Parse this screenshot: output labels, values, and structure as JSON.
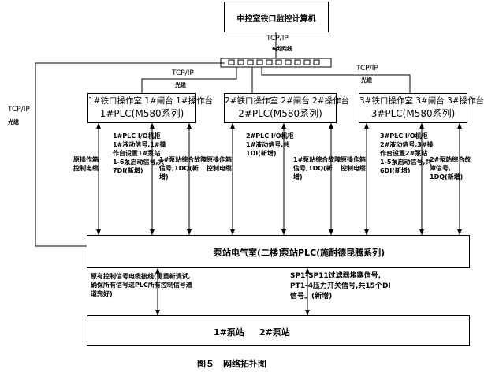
{
  "figure": {
    "caption": "图５　网络拓扑图"
  },
  "nodes": {
    "control_computer": "中控室铁口监控计算机",
    "switch_label_top": "TCP/IP",
    "switch_label_bottom": "6类网线",
    "plc1": {
      "line1": "1#铁口操作室 1#闸台 1#操作台",
      "line2": "1#PLC(M580系列)"
    },
    "plc2": {
      "line1": "2#铁口操作室 2#闸台 2#操作台",
      "line2": "2#PLC(M580系列)"
    },
    "plc3": {
      "line1": "3#铁口操作室 3#闸台 3#操作台",
      "line2": "3#PLC(M580系列)"
    },
    "pump_plc": {
      "left": "泵站电气室(二楼)",
      "right": "泵站PLC(施耐德昆腾系列)"
    },
    "pump_station": {
      "left": "1#泵站",
      "right": "2#泵站"
    }
  },
  "links": {
    "left_tcp": {
      "top": "TCP/IP",
      "bottom": "光缆"
    },
    "plc1_tcp": {
      "top": "TCP/IP",
      "bottom": "光缆"
    },
    "plc3_tcp": {
      "top": "TCP/IP",
      "bottom": "光缆"
    },
    "col1_a": {
      "lines": [
        "原操作箱",
        "控制电缆"
      ]
    },
    "col1_b": {
      "lines": [
        "1#PLC I/O机柜",
        "1#液动信号,1#操",
        "作台设置1#泵站",
        "1-6泵启动信号,共",
        "7DI(新增)"
      ]
    },
    "col1_c": {
      "lines": [
        "1#泵站综合故障",
        "信号,1DQ(新",
        "增)"
      ]
    },
    "col2_a": {
      "lines": [
        "原操作箱",
        "控制电缆"
      ]
    },
    "col2_b": {
      "lines": [
        "2#PLC I/O机柜",
        "1#液动信号,共",
        "1DI(新增)"
      ]
    },
    "col2_c": {
      "lines": [
        "1#泵站综合故障",
        "信号,1DQ(新",
        "增)"
      ]
    },
    "col3_a": {
      "lines": [
        "原操作箱",
        "控制电缆"
      ]
    },
    "col3_b": {
      "lines": [
        "3#PLC I/O机柜",
        "2#液动信号,3#操",
        "作台设置2#泵站",
        "1-5泵启动信号,共",
        "6DI(新增)"
      ]
    },
    "col3_c": {
      "lines": [
        "2#泵站综合故",
        "障信号,",
        "1DQ(新增)"
      ]
    },
    "bottom_left": {
      "lines": [
        "原有控制信号电缆接线(需重新调试,",
        "确保所有信号进PLC所有控制信号通",
        "道完好)"
      ]
    },
    "bottom_right": {
      "lines": [
        "SP1-SP11过滤器堵塞信号,",
        "PT1-4压力开关信号,共15个DI",
        "信号。(新增)"
      ]
    }
  }
}
